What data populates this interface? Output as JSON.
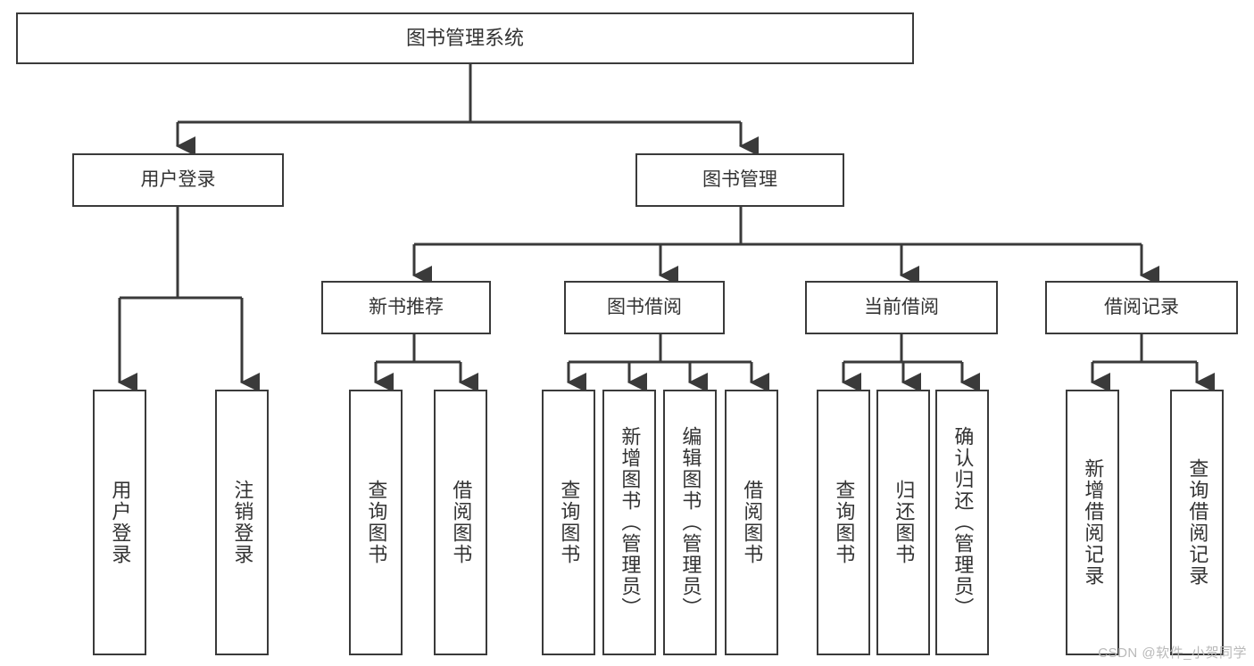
{
  "diagram": {
    "type": "tree-hierarchy-chart",
    "title": "图书管理系统",
    "watermark": "CSDN @软件_小贺同学",
    "colors": {
      "box_border": "#3a3a3a",
      "box_fill": "#ffffff",
      "text": "#333333",
      "connector": "#3a3a3a",
      "watermark": "#b9b9b9"
    },
    "nodes": {
      "root": {
        "label": "图书管理系统"
      },
      "level1": [
        {
          "label": "用户登录"
        },
        {
          "label": "图书管理"
        }
      ],
      "level2": [
        {
          "label": "新书推荐"
        },
        {
          "label": "图书借阅"
        },
        {
          "label": "当前借阅"
        },
        {
          "label": "借阅记录"
        }
      ],
      "leaves": {
        "user_login": [
          {
            "label": "用户登录"
          },
          {
            "label": "注销登录"
          }
        ],
        "new_book_recommend": [
          {
            "label": "查询图书"
          },
          {
            "label": "借阅图书"
          }
        ],
        "book_borrow": [
          {
            "label": "查询图书"
          },
          {
            "label": "新增图书（管理员）"
          },
          {
            "label": "编辑图书（管理员）"
          },
          {
            "label": "借阅图书"
          }
        ],
        "current_borrow": [
          {
            "label": "查询图书"
          },
          {
            "label": "归还图书"
          },
          {
            "label": "确认归还（管理员）"
          }
        ],
        "borrow_record": [
          {
            "label": "新增借阅记录"
          },
          {
            "label": "查询借阅记录"
          }
        ]
      }
    }
  }
}
